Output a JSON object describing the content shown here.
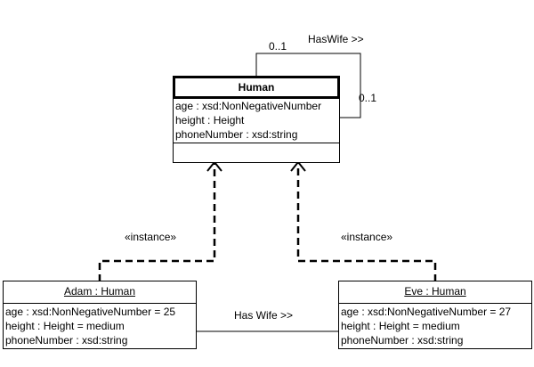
{
  "class_human": {
    "name": "Human",
    "attributes": [
      "age : xsd:NonNegativeNumber",
      "height : Height",
      "phoneNumber : xsd:string"
    ]
  },
  "self_association": {
    "label": "HasWife >>",
    "multiplicity_top": "0..1",
    "multiplicity_right": "0..1"
  },
  "instances": [
    {
      "title": "Adam : Human",
      "attributes": [
        "age : xsd:NonNegativeNumber = 25",
        "height : Height = medium",
        "phoneNumber : xsd:string"
      ],
      "stereotype": "«instance»"
    },
    {
      "title": "Eve : Human",
      "attributes": [
        "age : xsd:NonNegativeNumber = 27",
        "height : Height = medium",
        "phoneNumber : xsd:string"
      ],
      "stereotype": "«instance»"
    }
  ],
  "link": {
    "label": "Has Wife >>"
  }
}
